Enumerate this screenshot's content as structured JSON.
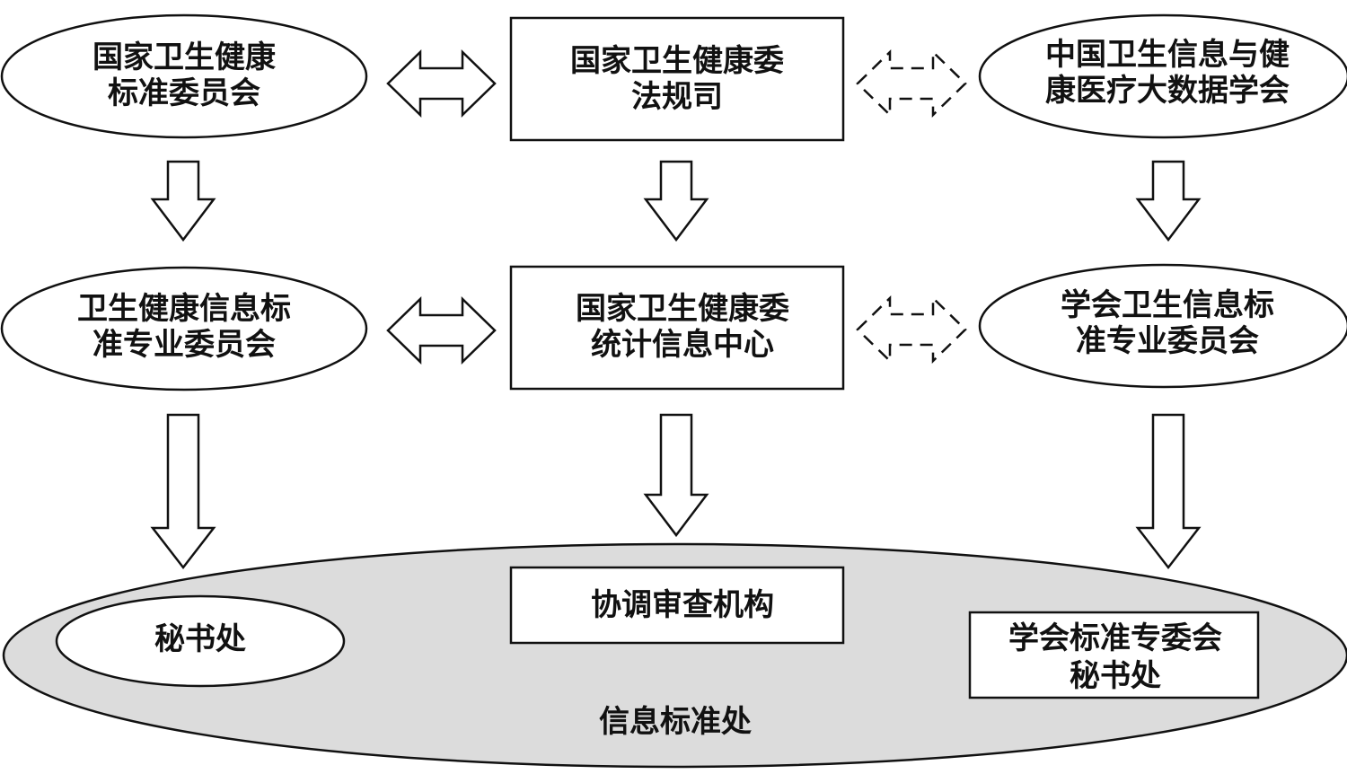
{
  "nodes": {
    "n1": {
      "line1": "国家卫生健康",
      "line2": "标准委员会"
    },
    "n2": {
      "line1": "国家卫生健康委",
      "line2": "法规司"
    },
    "n3": {
      "line1": "中国卫生信息与健",
      "line2": "康医疗大数据学会"
    },
    "n4": {
      "line1": "卫生健康信息标",
      "line2": "准专业委员会"
    },
    "n5": {
      "line1": "国家卫生健康委",
      "line2": "统计信息中心"
    },
    "n6": {
      "line1": "学会卫生信息标",
      "line2": "准专业委员会"
    },
    "n7": {
      "line1": "秘书处"
    },
    "n8": {
      "line1": "协调审查机构"
    },
    "n9": {
      "line1": "学会标准专委会",
      "line2": "秘书处"
    },
    "base": {
      "label": "信息标准处"
    }
  },
  "colors": {
    "stroke": "#111111",
    "base_fill": "#dcdcdc",
    "node_fill": "#ffffff"
  }
}
